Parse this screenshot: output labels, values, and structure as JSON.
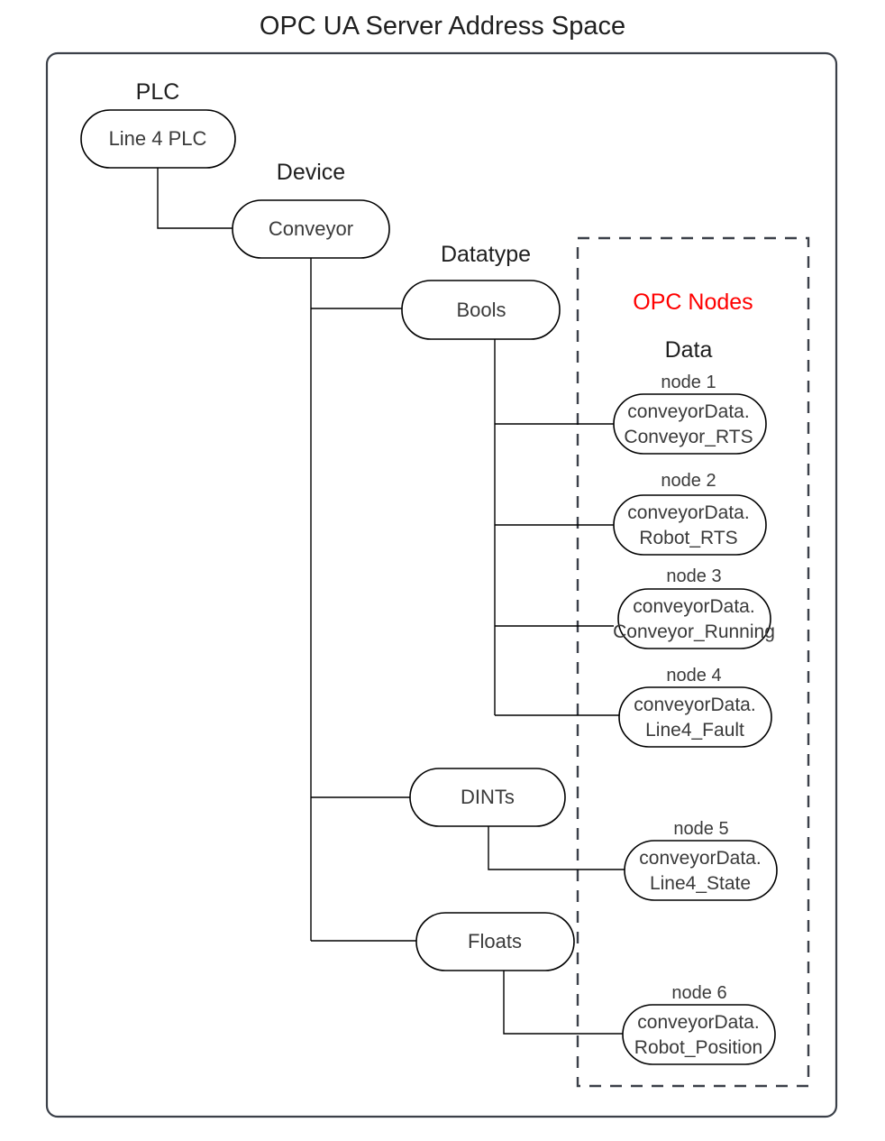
{
  "title": "OPC UA Server Address Space",
  "groups": {
    "plc_label": "PLC",
    "device_label": "Device",
    "datatype_label": "Datatype",
    "opc_nodes_label": "OPC Nodes",
    "data_label": "Data"
  },
  "colors": {
    "opc_nodes_accent": "#ff0000",
    "frame_stroke": "#3b4049",
    "node_stroke": "#000000",
    "text": "#3a3a3a",
    "background": "#ffffff"
  },
  "tree": {
    "plc": {
      "label": "Line 4 PLC"
    },
    "device": {
      "label": "Conveyor"
    },
    "datatypes": [
      {
        "label": "Bools"
      },
      {
        "label": "DINTs"
      },
      {
        "label": "Floats"
      }
    ]
  },
  "opc_nodes": [
    {
      "caption": "node 1",
      "line1": "conveyorData.",
      "line2": "Conveyor_RTS",
      "datatype": "Bools"
    },
    {
      "caption": "node 2",
      "line1": "conveyorData.",
      "line2": "Robot_RTS",
      "datatype": "Bools"
    },
    {
      "caption": "node 3",
      "line1": "conveyorData.",
      "line2": "Conveyor_Running",
      "datatype": "Bools"
    },
    {
      "caption": "node 4",
      "line1": "conveyorData.",
      "line2": "Line4_Fault",
      "datatype": "Bools"
    },
    {
      "caption": "node 5",
      "line1": "conveyorData.",
      "line2": "Line4_State",
      "datatype": "DINTs"
    },
    {
      "caption": "node 6",
      "line1": "conveyorData.",
      "line2": "Robot_Position",
      "datatype": "Floats"
    }
  ]
}
